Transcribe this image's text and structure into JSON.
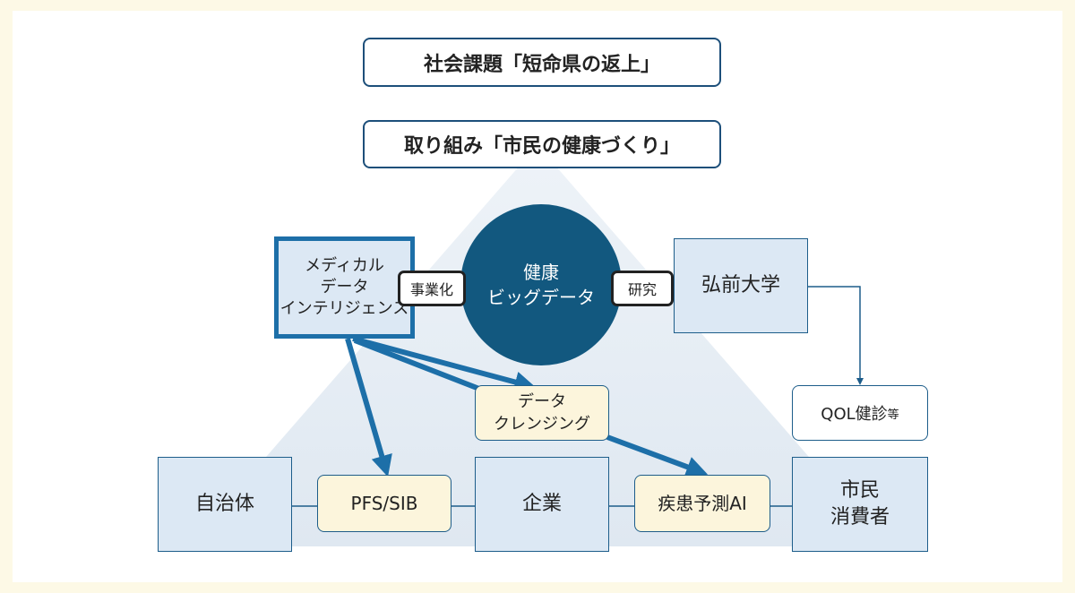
{
  "banners": {
    "issue": "社会課題「短命県の返上」",
    "initiative": "取り組み「市民の健康づくり」"
  },
  "hub": {
    "line1": "健康",
    "line2": "ビッグデータ"
  },
  "mdi": {
    "line1": "メディカル",
    "line2": "データ",
    "line3": "インテリジェンス"
  },
  "university": "弘前大学",
  "tags": {
    "commercialization": "事業化",
    "research": "研究"
  },
  "qol": {
    "main": "QOL健診",
    "suffix": "等"
  },
  "cleansing": {
    "line1": "データ",
    "line2": "クレンジング"
  },
  "bottom_row": {
    "municipality": "自治体",
    "pfs_sib": "PFS/SIB",
    "company": "企業",
    "disease_ai": "疾患予測AI",
    "citizens_line1": "市民",
    "citizens_line2": "消費者"
  },
  "colors": {
    "navy": "#1d4f7a",
    "hub_fill": "#12587f",
    "entity_fill": "#dce8f4",
    "process_fill": "#fcf5dc",
    "arrow": "#1d6fa8",
    "triangle": "#e6edf5"
  }
}
